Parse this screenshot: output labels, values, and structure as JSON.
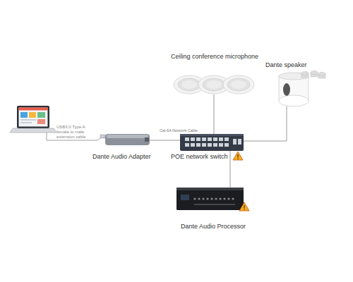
{
  "diagram": {
    "nodes": [
      {
        "text": [
          "Ceiling conference microphone"
        ]
      },
      {
        "text": [
          "Dante speaker"
        ]
      },
      {
        "text": [
          "Dante Audio Adapter"
        ]
      },
      {
        "text": [
          "POE network switch"
        ]
      },
      {
        "text": [
          "Dante Audio Processor"
        ]
      }
    ],
    "edges": [
      {
        "from": 2,
        "to": 3,
        "arrow": "none",
        "label": "Cat.6A Network Cable"
      },
      {
        "from": 3,
        "to": 0,
        "arrow": "none"
      },
      {
        "from": 3,
        "to": 1,
        "arrow": "none"
      },
      {
        "from": 3,
        "to": 4,
        "arrow": "none"
      }
    ],
    "labels": [
      "USB3.0 Type A female to male extension cable"
    ]
  }
}
